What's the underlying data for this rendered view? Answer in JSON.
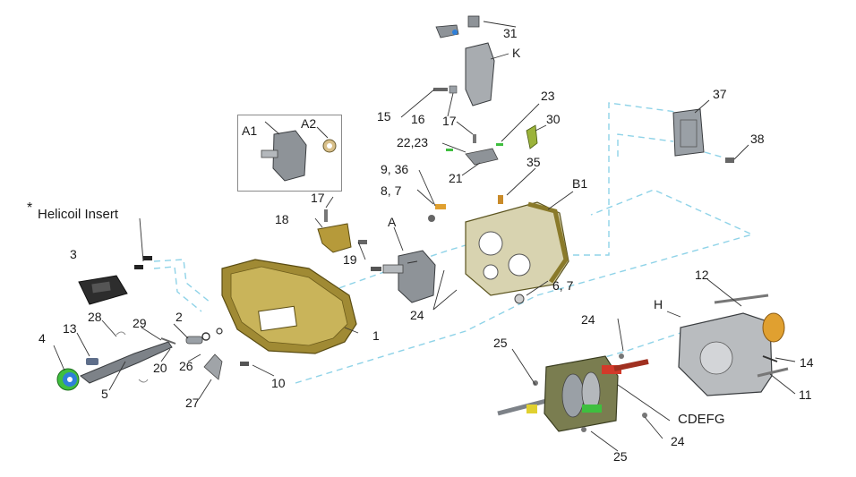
{
  "diagram": {
    "note_star": "*",
    "note_text": "Helicoil Insert",
    "callouts": [
      {
        "id": "1",
        "text": "1"
      },
      {
        "id": "2",
        "text": "2"
      },
      {
        "id": "3",
        "text": "3"
      },
      {
        "id": "4",
        "text": "4"
      },
      {
        "id": "5",
        "text": "5"
      },
      {
        "id": "6-7-a",
        "text": "6, 7"
      },
      {
        "id": "8-7",
        "text": "8, 7"
      },
      {
        "id": "9-36",
        "text": "9, 36"
      },
      {
        "id": "10",
        "text": "10"
      },
      {
        "id": "11",
        "text": "11"
      },
      {
        "id": "12",
        "text": "12"
      },
      {
        "id": "13",
        "text": "13"
      },
      {
        "id": "14",
        "text": "14"
      },
      {
        "id": "15",
        "text": "15"
      },
      {
        "id": "16",
        "text": "16"
      },
      {
        "id": "17-a",
        "text": "17"
      },
      {
        "id": "17-b",
        "text": "17"
      },
      {
        "id": "18",
        "text": "18"
      },
      {
        "id": "19",
        "text": "19"
      },
      {
        "id": "20",
        "text": "20"
      },
      {
        "id": "21",
        "text": "21"
      },
      {
        "id": "22-23",
        "text": "22,23"
      },
      {
        "id": "23",
        "text": "23"
      },
      {
        "id": "24-a",
        "text": "24"
      },
      {
        "id": "24-b",
        "text": "24"
      },
      {
        "id": "24-c",
        "text": "24"
      },
      {
        "id": "25-a",
        "text": "25"
      },
      {
        "id": "25-b",
        "text": "25"
      },
      {
        "id": "26",
        "text": "26"
      },
      {
        "id": "27",
        "text": "27"
      },
      {
        "id": "28",
        "text": "28"
      },
      {
        "id": "29",
        "text": "29"
      },
      {
        "id": "30",
        "text": "30"
      },
      {
        "id": "31",
        "text": "31"
      },
      {
        "id": "35",
        "text": "35"
      },
      {
        "id": "37",
        "text": "37"
      },
      {
        "id": "38",
        "text": "38"
      },
      {
        "id": "A",
        "text": "A"
      },
      {
        "id": "A1",
        "text": "A1"
      },
      {
        "id": "A2",
        "text": "A2"
      },
      {
        "id": "B1",
        "text": "B1"
      },
      {
        "id": "K",
        "text": "K"
      },
      {
        "id": "H",
        "text": "H"
      },
      {
        "id": "CDEFG",
        "text": "CDEFG"
      }
    ],
    "colors": {
      "guide_line": "#8fd3e8",
      "casting_gray": "#b9bcbf",
      "casting_olive": "#8a7a2a",
      "accent_green": "#3fbf3f",
      "accent_blue": "#2f7fd8",
      "accent_orange": "#e0a030",
      "accent_red": "#d23a2a"
    }
  }
}
